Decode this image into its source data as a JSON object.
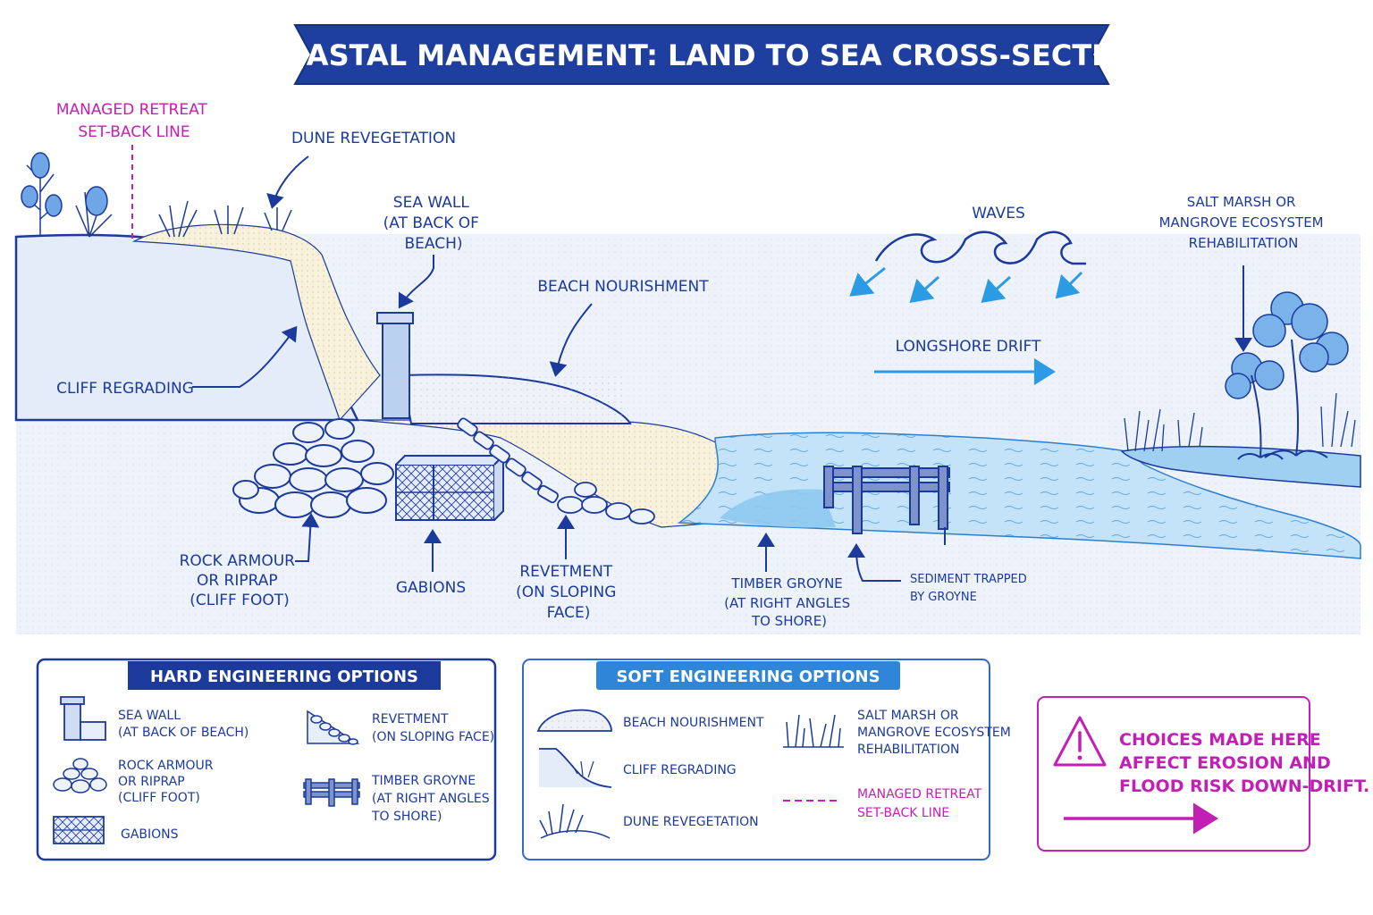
{
  "title": "COASTAL MANAGEMENT: LAND TO SEA CROSS-SECTION",
  "labels": {
    "managed_retreat": [
      "MANAGED RETREAT",
      "SET-BACK LINE"
    ],
    "dune_revegetation": [
      "DUNE REVEGETATION"
    ],
    "sea_wall": [
      "SEA WALL",
      "(AT BACK OF",
      "BEACH)"
    ],
    "beach_nourishment": [
      "BEACH NOURISHMENT"
    ],
    "waves": [
      "WAVES"
    ],
    "salt_marsh": [
      "SALT MARSH OR",
      "MANGROVE ECOSYSTEM",
      "REHABILITATION"
    ],
    "cliff_regrading": [
      "CLIFF REGRADING"
    ],
    "longshore_drift": [
      "LONGSHORE DRIFT"
    ],
    "rock_armour": [
      "ROCK ARMOUR",
      "OR RIPRAP",
      "(CLIFF FOOT)"
    ],
    "gabions": [
      "GABIONS"
    ],
    "revetment": [
      "REVETMENT",
      "(ON SLOPING",
      "FACE)"
    ],
    "timber_groyne": [
      "TIMBER GROYNE",
      "(AT RIGHT ANGLES",
      "TO SHORE)"
    ],
    "sediment_trapped": [
      "SEDIMENT TRAPPED",
      "BY GROYNE"
    ]
  },
  "legend_hard": {
    "title": "HARD ENGINEERING OPTIONS",
    "items": [
      {
        "icon": "sea-wall-icon",
        "lines": [
          "SEA WALL",
          "(AT BACK OF BEACH)"
        ]
      },
      {
        "icon": "rock-armour-icon",
        "lines": [
          "ROCK ARMOUR",
          "OR RIPRAP",
          "(CLIFF FOOT)"
        ]
      },
      {
        "icon": "gabion-icon",
        "lines": [
          "GABIONS"
        ]
      },
      {
        "icon": "revetment-icon",
        "lines": [
          "REVETMENT",
          "(ON SLOPING FACE)"
        ]
      },
      {
        "icon": "timber-groyne-icon",
        "lines": [
          "TIMBER GROYNE",
          "(AT RIGHT ANGLES",
          "TO SHORE)"
        ]
      }
    ]
  },
  "legend_soft": {
    "title": "SOFT ENGINEERING OPTIONS",
    "items": [
      {
        "icon": "beach-nourishment-icon",
        "lines": [
          "BEACH NOURISHMENT"
        ]
      },
      {
        "icon": "cliff-regrading-icon",
        "lines": [
          "CLIFF REGRADING"
        ]
      },
      {
        "icon": "dune-revegetation-icon",
        "lines": [
          "DUNE REVEGETATION"
        ]
      },
      {
        "icon": "salt-marsh-icon",
        "lines": [
          "SALT MARSH OR",
          "MANGROVE ECOSYSTEM",
          "REHABILITATION"
        ]
      },
      {
        "icon": "managed-retreat-line-icon",
        "lines": [
          "MANAGED RETREAT",
          "SET-BACK LINE"
        ]
      }
    ]
  },
  "warning": {
    "icon": "warning-icon",
    "lines": [
      "CHOICES MADE HERE",
      "AFFECT EROSION AND",
      "FLOOD RISK DOWN-DRIFT."
    ]
  },
  "colors": {
    "navy": "#1b3a9c",
    "title_banner": "#1e3f9f",
    "soft_banner": "#2f86d9",
    "accent_pink": "#c21fb4",
    "water": "#bfe0f7",
    "sky_panel": "#eef3fb",
    "sand": "#f7f1df"
  }
}
